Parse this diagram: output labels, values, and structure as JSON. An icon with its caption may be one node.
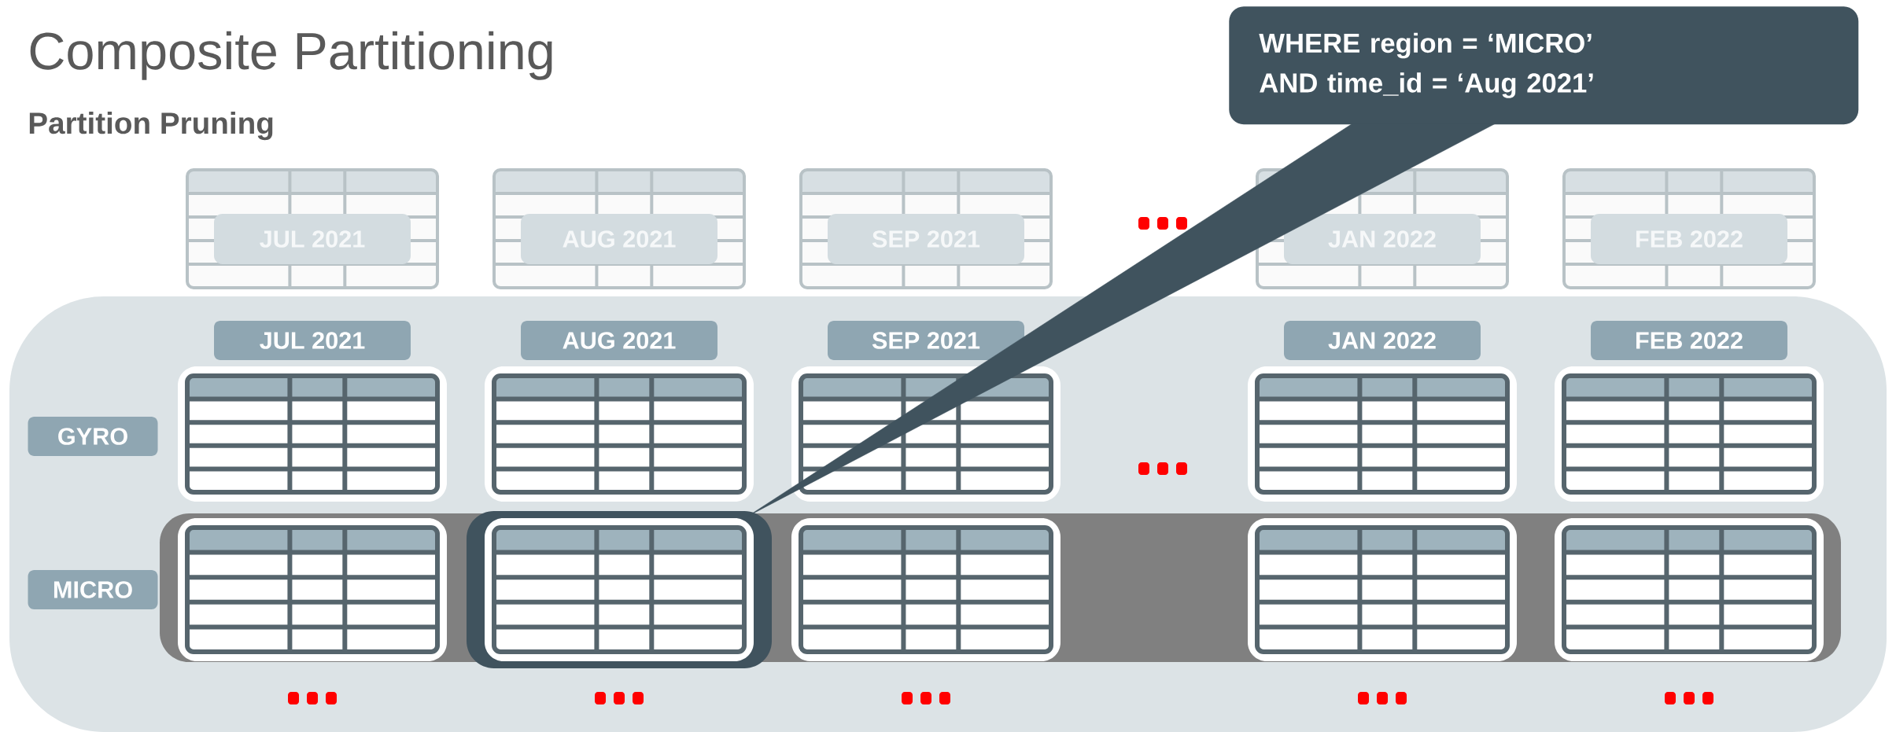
{
  "diagram": {
    "title": "Composite Partitioning",
    "labels": [
      "Partition Pruning"
    ],
    "nodes": [
      {
        "text": [
          "WHERE region = ‘MICRO’",
          "AND time_id = ‘Aug 2021’"
        ]
      },
      {
        "text": [
          "JUL 2021"
        ]
      },
      {
        "text": [
          "AUG 2021"
        ]
      },
      {
        "text": [
          "SEP 2021"
        ]
      },
      {
        "text": [
          "JAN 2022"
        ]
      },
      {
        "text": [
          "FEB 2022"
        ]
      },
      {
        "text": [
          "JUL 2021"
        ]
      },
      {
        "text": [
          "AUG 2021"
        ]
      },
      {
        "text": [
          "SEP 2021"
        ]
      },
      {
        "text": [
          "JAN 2022"
        ]
      },
      {
        "text": [
          "FEB 2022"
        ]
      },
      {
        "text": [
          "GYRO"
        ]
      },
      {
        "text": [
          "MICRO"
        ]
      },
      {
        "text": [],
        "shape": "table"
      },
      {
        "text": [],
        "shape": "table"
      },
      {
        "text": [],
        "shape": "table"
      },
      {
        "text": [],
        "shape": "table"
      },
      {
        "text": [],
        "shape": "table"
      },
      {
        "text": [],
        "shape": "table"
      },
      {
        "text": [],
        "shape": "table"
      },
      {
        "text": [],
        "shape": "table"
      },
      {
        "text": [],
        "shape": "table"
      },
      {
        "text": [],
        "shape": "table"
      }
    ],
    "edges": [
      {
        "from": 0,
        "to": 19,
        "arrow": "none"
      }
    ]
  }
}
